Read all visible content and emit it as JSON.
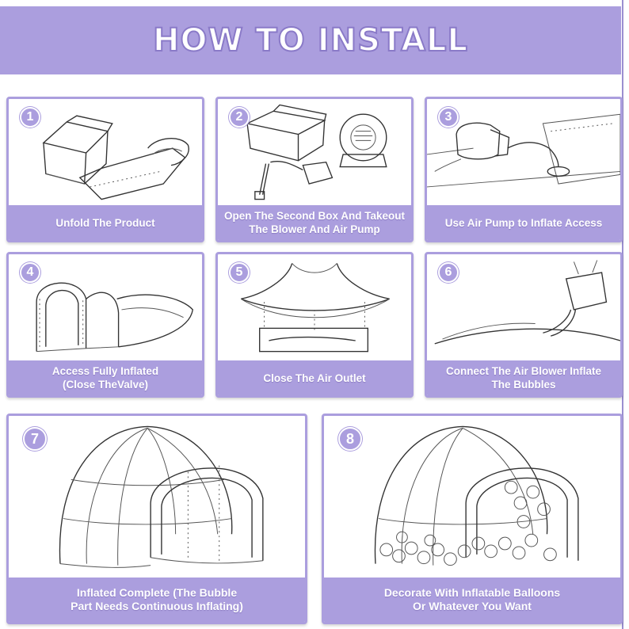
{
  "header": {
    "title": "HOW TO INSTALL"
  },
  "steps": [
    {
      "number": "1",
      "caption": "Unfold The Product"
    },
    {
      "number": "2",
      "caption": "Open The Second Box And Takeout\nThe Blower And Air Pump"
    },
    {
      "number": "3",
      "caption": "Use Air Pump to Inflate Access"
    },
    {
      "number": "4",
      "caption": "Access Fully Inflated\n(Close TheValve)"
    },
    {
      "number": "5",
      "caption": "Close The Air Outlet"
    },
    {
      "number": "6",
      "caption": "Connect The Air Blower Inflate\nThe Bubbles"
    },
    {
      "number": "7",
      "caption": "Inflated Complete (The Bubble\nPart Needs Continuous Inflating)"
    },
    {
      "number": "8",
      "caption": "Decorate With Inflatable Balloons\nOr Whatever You Want"
    }
  ],
  "colors": {
    "accent": "#ab9ede",
    "caption_text": "#ffffff"
  },
  "icons": [
    "box-sketch",
    "blower-sketch",
    "air-pump-sketch",
    "tunnel-sketch",
    "bubble-tent-sketch",
    "balloons-sketch"
  ]
}
